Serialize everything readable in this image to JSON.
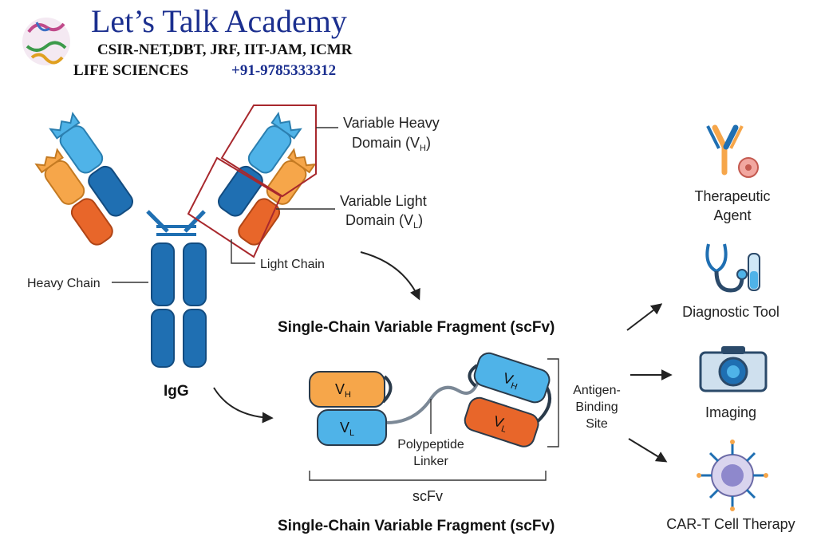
{
  "header": {
    "title": "Let’s Talk Academy",
    "exams": "CSIR-NET,DBT, JRF, IIT-JAM, ICMR",
    "subject": "LIFE SCIENCES",
    "phone": "+91-9785333312",
    "logo_icon": "protein-structure-logo-icon"
  },
  "antibody": {
    "name": "IgG",
    "heavy_chain_label": "Heavy Chain",
    "light_chain_label": "Light Chain",
    "vh_label_line1": "Variable Heavy",
    "vh_label_line2": "Domain (V",
    "vh_sub": "H",
    "vl_label_line1": "Variable Light",
    "vl_label_line2": "Domain (V",
    "vl_sub": "L",
    "close_paren": ")",
    "colors": {
      "heavy": "#1f6fb2",
      "heavy_light": "#4fb3e8",
      "light_const": "#e8662a",
      "light_var": "#f6a64a",
      "box": "#a8282d"
    }
  },
  "scfv": {
    "title_top": "Single-Chain Variable Fragment (scFv)",
    "title_bottom": "Single-Chain Variable Fragment (scFv)",
    "v": "V",
    "h": "H",
    "l": "L",
    "linker_line1": "Polypeptide",
    "linker_line2": "Linker",
    "site_line1": "Antigen-",
    "site_line2": "Binding",
    "site_line3": "Site",
    "bracket_label": "scFv"
  },
  "applications": [
    {
      "line1": "Therapeutic",
      "line2": "Agent",
      "icon": "antibody-cell-icon"
    },
    {
      "line1": "Diagnostic Tool",
      "line2": "",
      "icon": "stethoscope-tube-icon"
    },
    {
      "line1": "Imaging",
      "line2": "",
      "icon": "camera-icon"
    },
    {
      "line1": "CAR-T Cell Therapy",
      "line2": "",
      "icon": "car-t-cell-icon"
    }
  ]
}
